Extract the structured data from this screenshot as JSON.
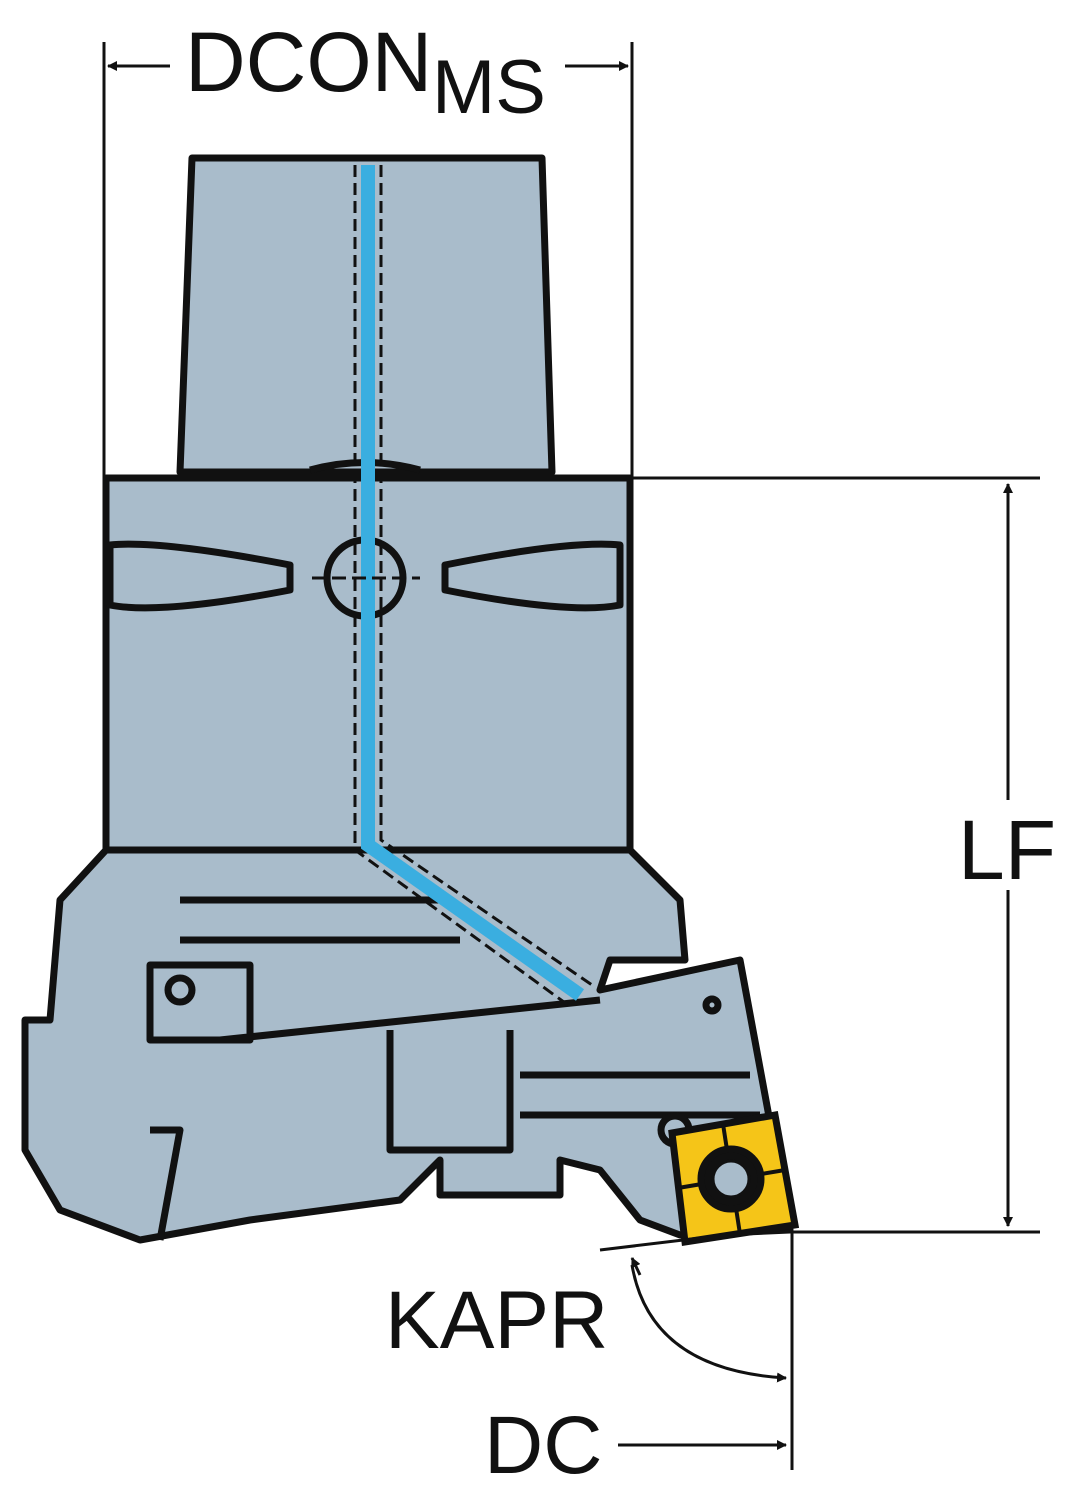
{
  "labels": {
    "dcon": "DCON",
    "dcon_subscript": "MS",
    "lf": "LF",
    "kapr": "KAPR",
    "dc": "DC"
  },
  "colors": {
    "body": "#a9bccb",
    "insert": "#f5c518",
    "coolant": "#3aaee0",
    "outline": "#111111"
  }
}
